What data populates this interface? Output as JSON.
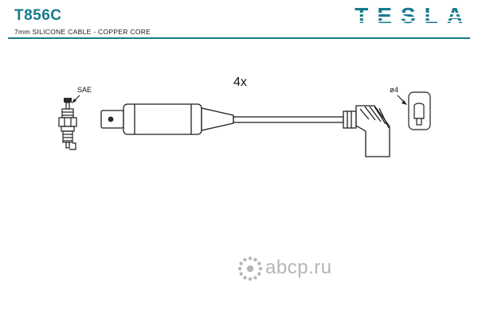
{
  "header": {
    "part_number": "T856C",
    "description": "7mm SILICONE CABLE - COPPER CORE",
    "brand": "TESLA",
    "accent_color": "#177b8b"
  },
  "diagram": {
    "quantity_label": "4x",
    "plug_standard_label": "SAE",
    "terminal_diameter_label": "ø4"
  },
  "watermark": {
    "text": "abcp.ru",
    "color": "#b5b5b5"
  }
}
